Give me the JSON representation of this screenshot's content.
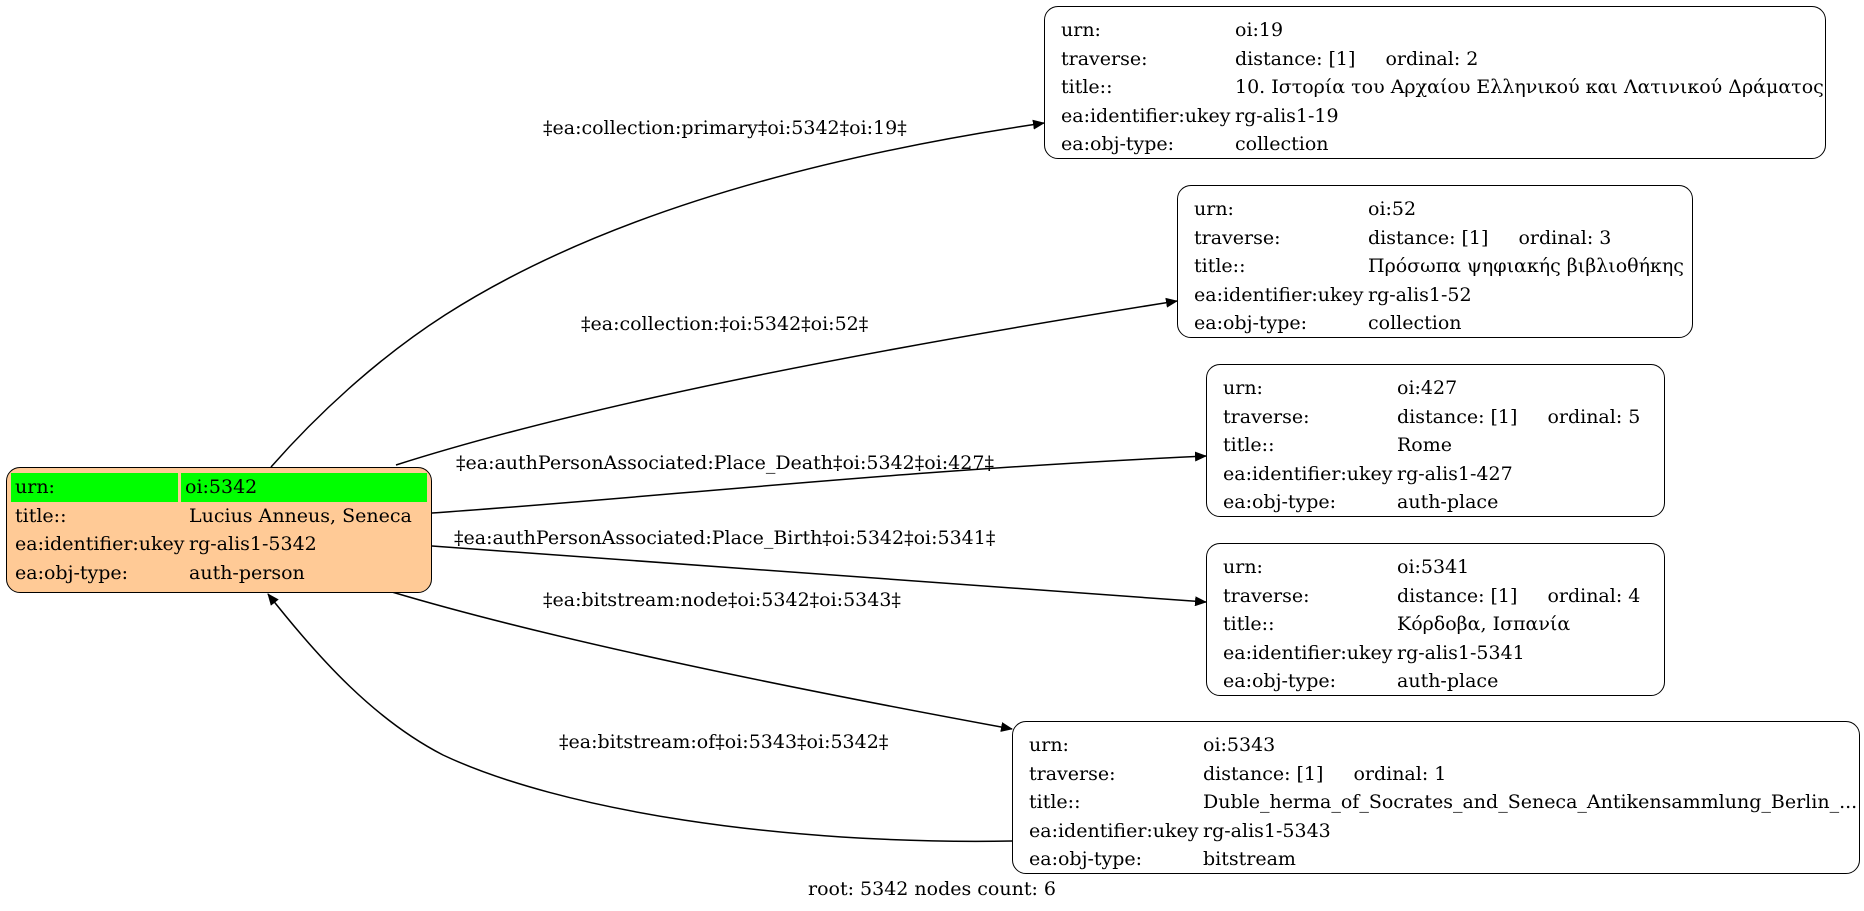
{
  "nodes": {
    "root": {
      "rows": [
        {
          "k": "urn:",
          "v": "oi:5342"
        },
        {
          "k": "title::",
          "v": "Lucius Anneus, Seneca"
        },
        {
          "k": "ea:identifier:ukey",
          "v": "rg-alis1-5342"
        },
        {
          "k": "ea:obj-type:",
          "v": "auth-person"
        }
      ]
    },
    "n19": {
      "urn": "oi:19",
      "distance": "distance: [1]",
      "ordinal": "ordinal: 2",
      "title": "10. Ιστορία του Αρχαίου Ελληνικού και Λατινικού Δράματος",
      "ukey": "rg-alis1-19",
      "objtype": "collection"
    },
    "n52": {
      "urn": "oi:52",
      "distance": "distance: [1]",
      "ordinal": "ordinal: 3",
      "title": "Πρόσωπα ψηφιακής βιβλιοθήκης",
      "ukey": "rg-alis1-52",
      "objtype": "collection"
    },
    "n427": {
      "urn": "oi:427",
      "distance": "distance: [1]",
      "ordinal": "ordinal: 5",
      "title": "Rome",
      "ukey": "rg-alis1-427",
      "objtype": "auth-place"
    },
    "n5341": {
      "urn": "oi:5341",
      "distance": "distance: [1]",
      "ordinal": "ordinal: 4",
      "title": "Κόρδοβα, Ισπανία",
      "ukey": "rg-alis1-5341",
      "objtype": "auth-place"
    },
    "n5343": {
      "urn": "oi:5343",
      "distance": "distance: [1]",
      "ordinal": "ordinal: 1",
      "title": "Duble_herma_of_Socrates_and_Seneca_Antikensammlung_Berlin_...",
      "ukey": "rg-alis1-5343",
      "objtype": "bitstream"
    }
  },
  "keys": {
    "urn": "urn:",
    "traverse": "traverse:",
    "title": "title::",
    "ukey": "ea:identifier:ukey",
    "objtype": "ea:obj-type:"
  },
  "edges": {
    "e19": "‡ea:collection:primary‡oi:5342‡oi:19‡",
    "e52": "‡ea:collection:‡oi:5342‡oi:52‡",
    "e427": "‡ea:authPersonAssociated:Place_Death‡oi:5342‡oi:427‡",
    "e5341": "‡ea:authPersonAssociated:Place_Birth‡oi:5342‡oi:5341‡",
    "e5343": "‡ea:bitstream:node‡oi:5342‡oi:5343‡",
    "eback": "‡ea:bitstream:of‡oi:5343‡oi:5342‡"
  },
  "footer": "root: 5342 nodes count: 6",
  "colors": {
    "root_fill": "#ffca96",
    "urn_highlight": "#00ff00",
    "node_fill": "#ffffff"
  }
}
